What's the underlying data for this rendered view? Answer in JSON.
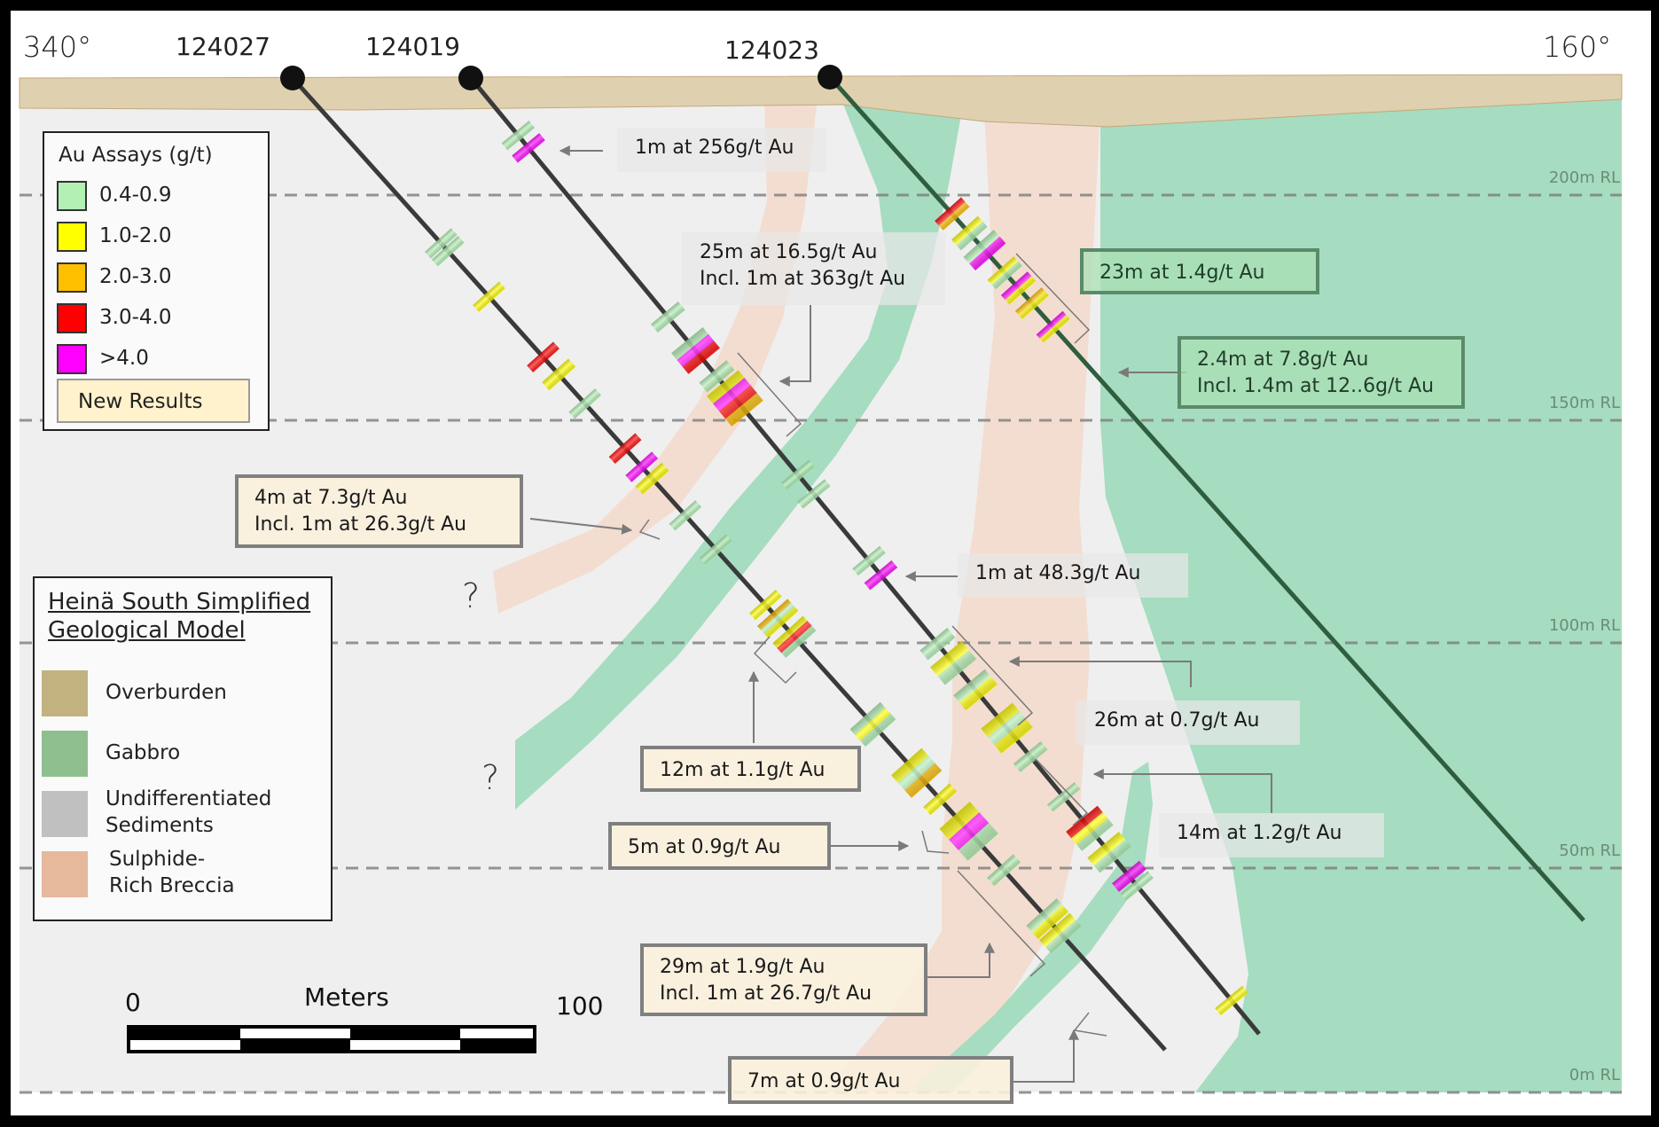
{
  "section": {
    "azimuth_left": "340°",
    "azimuth_right": "160°",
    "holes": [
      {
        "id": "124027"
      },
      {
        "id": "124019"
      },
      {
        "id": "124023"
      }
    ],
    "rl_levels": [
      "200m RL",
      "150m RL",
      "100m RL",
      "50m RL",
      "0m RL"
    ],
    "uncertainty_marks": [
      "?",
      "?"
    ]
  },
  "assay_legend": {
    "title": "Au Assays (g/t)",
    "items": [
      {
        "label": "0.4-0.9",
        "color": "#b2f0b4"
      },
      {
        "label": "1.0-2.0",
        "color": "#ffff00"
      },
      {
        "label": "2.0-3.0",
        "color": "#ffc000"
      },
      {
        "label": "3.0-4.0",
        "color": "#ff0000"
      },
      {
        "label": ">4.0",
        "color": "#ff00ff"
      }
    ],
    "new_results_label": "New Results",
    "new_results_color": "#fff2cc"
  },
  "geology_legend": {
    "title_line1": "Heinä South Simplified",
    "title_line2": "Geological Model",
    "items": [
      {
        "label_line1": "Overburden",
        "label_line2": "",
        "color": "#c2b280"
      },
      {
        "label_line1": "Gabbro",
        "label_line2": "",
        "color": "#8fbf8f"
      },
      {
        "label_line1": "Undifferentiated",
        "label_line2": "Sediments",
        "color": "#c0c0c0"
      },
      {
        "label_line1": "Sulphide-",
        "label_line2": "Rich Breccia",
        "color": "#e6b89c"
      }
    ]
  },
  "scale_bar": {
    "start_label": "0",
    "unit_label": "Meters",
    "end_label": "100"
  },
  "annotations": [
    {
      "line1": "1m at 256g/t Au",
      "line2": "",
      "style": "plain"
    },
    {
      "line1": "25m at 16.5g/t Au",
      "line2": "Incl. 1m at 363g/t Au",
      "style": "plain"
    },
    {
      "line1": "23m at 1.4g/t Au",
      "line2": "",
      "style": "new-green"
    },
    {
      "line1": "2.4m at 7.8g/t Au",
      "line2": "Incl. 1.4m at 12..6g/t Au",
      "style": "new-green"
    },
    {
      "line1": "4m at 7.3g/t Au",
      "line2": "Incl. 1m at 26.3g/t Au",
      "style": "new"
    },
    {
      "line1": "1m at 48.3g/t Au",
      "line2": "",
      "style": "plain"
    },
    {
      "line1": "26m at 0.7g/t Au",
      "line2": "",
      "style": "plain"
    },
    {
      "line1": "12m at 1.1g/t Au",
      "line2": "",
      "style": "new"
    },
    {
      "line1": "14m at 1.2g/t Au",
      "line2": "",
      "style": "plain"
    },
    {
      "line1": "5m at 0.9g/t Au",
      "line2": "",
      "style": "new"
    },
    {
      "line1": "29m at 1.9g/t Au",
      "line2": "Incl. 1m at 26.7g/t Au",
      "style": "new"
    },
    {
      "line1": "7m at 0.9g/t Au",
      "line2": "",
      "style": "new"
    }
  ],
  "colors": {
    "background": "#efefef",
    "overburden": "#dfd0b0",
    "gabbro": "#a6dcbf",
    "breccia": "#f3ddd0",
    "hole": "#3a3a3a",
    "hole_in_gabbro": "#2f5e3f",
    "rl_dash": "#808080"
  }
}
